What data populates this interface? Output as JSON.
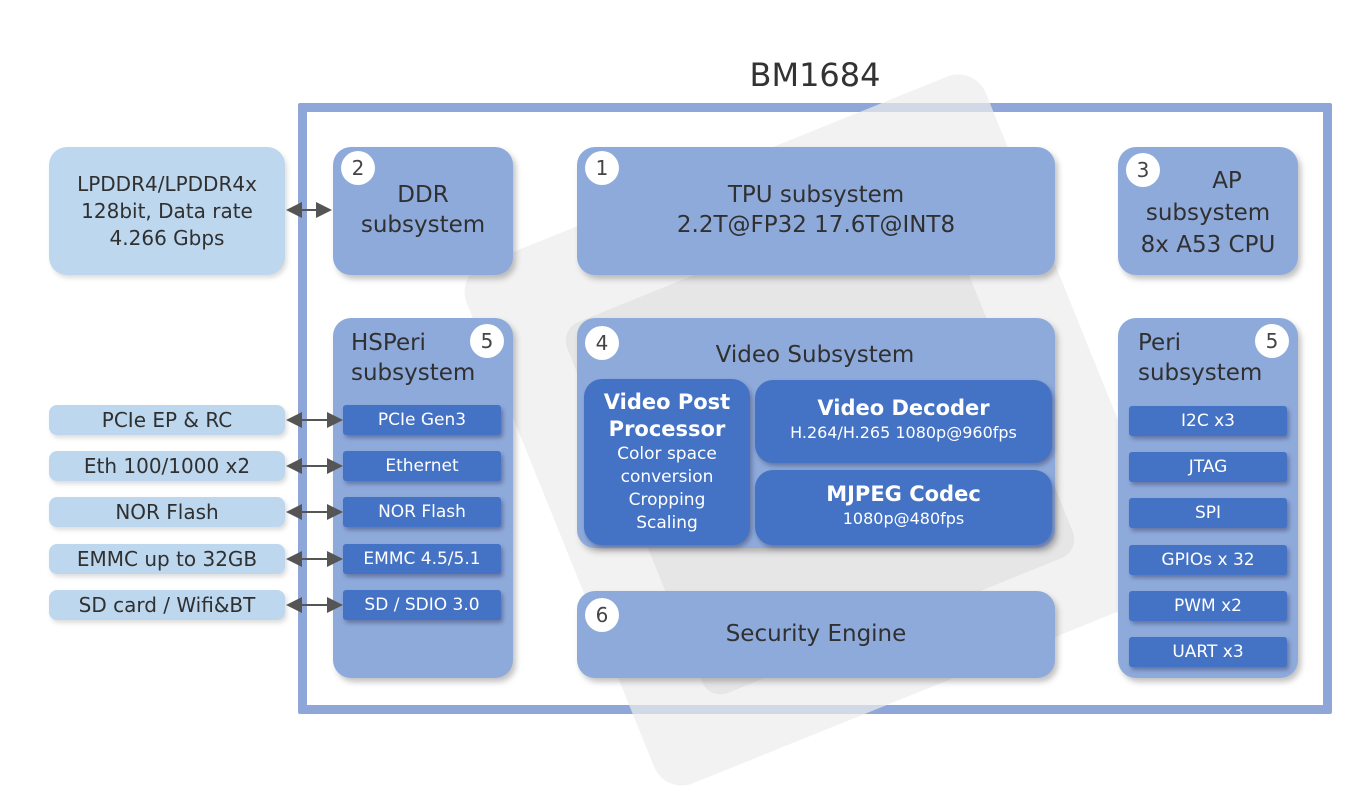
{
  "title": "BM1684",
  "external": {
    "lpddr": [
      "LPDDR4/LPDDR4x",
      "128bit, Data rate",
      "4.266 Gbps"
    ],
    "interfaces": [
      "PCIe EP & RC",
      "Eth 100/1000 x2",
      "NOR Flash",
      "EMMC up to 32GB",
      "SD card / Wifi&BT"
    ]
  },
  "ddr": {
    "num": "2",
    "lines": [
      "DDR",
      "subsystem"
    ]
  },
  "tpu": {
    "num": "1",
    "lines": [
      "TPU subsystem",
      "2.2T@FP32 17.6T@INT8"
    ]
  },
  "ap": {
    "num": "3",
    "lines": [
      "AP",
      "subsystem",
      "8x A53 CPU"
    ]
  },
  "hsperi": {
    "num": "5",
    "lines": [
      "HSPeri",
      "subsystem"
    ],
    "ports": [
      "PCIe Gen3",
      "Ethernet",
      "NOR Flash",
      "EMMC 4.5/5.1",
      "SD / SDIO 3.0"
    ]
  },
  "video": {
    "num": "4",
    "title": "Video Subsystem",
    "post": {
      "name": [
        "Video Post",
        "Processor"
      ],
      "lines": [
        "Color space",
        "conversion",
        "Cropping",
        "Scaling"
      ]
    },
    "decoder": {
      "name": "Video Decoder",
      "spec": "H.264/H.265 1080p@960fps"
    },
    "mjpeg": {
      "name": "MJPEG Codec",
      "spec": "1080p@480fps"
    }
  },
  "security": {
    "num": "6",
    "label": "Security Engine"
  },
  "peri": {
    "num": "5",
    "lines": [
      "Peri",
      "subsystem"
    ],
    "ports": [
      "I2C x3",
      "JTAG",
      "SPI",
      "GPIOs x 32",
      "PWM x2",
      "UART x3"
    ]
  }
}
